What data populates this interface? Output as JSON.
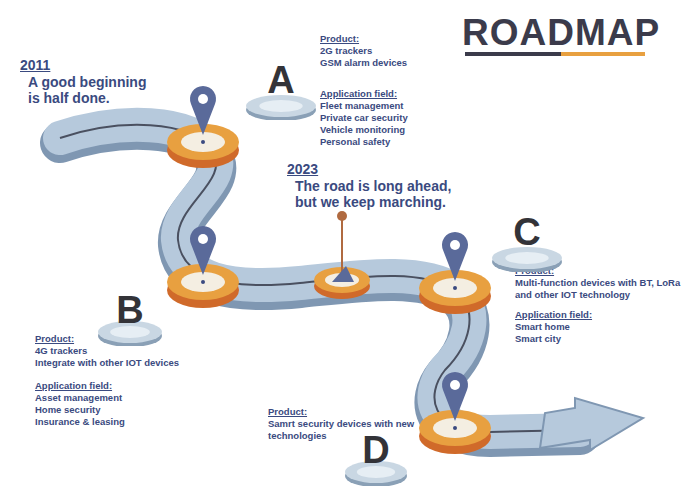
{
  "diagram": {
    "title": "ROADMAP",
    "nodes": [
      {
        "text": [
          "A"
        ]
      },
      {
        "text": [
          "B"
        ]
      },
      {
        "text": [
          "C"
        ]
      },
      {
        "text": [
          "D"
        ]
      }
    ],
    "labels": [
      "2011",
      "A good beginning is half done.",
      "Product:",
      "2G trackers",
      "GSM alarm devices",
      "Application field:",
      "Fleet management",
      "Private car security",
      "Vehicle monitoring",
      "Personal safety",
      "2023",
      "The road is long ahead, but we keep marching.",
      "Product:",
      "Multi-function devices with BT, LoRa and other IOT technology",
      "Application field:",
      "Smart home",
      "Smart city",
      "Product:",
      "4G trackers",
      "Integrate with other IOT devices",
      "Application field:",
      "Asset management",
      "Home security",
      "Insurance & leasing",
      "Product:",
      "Samrt security devices with new technologies"
    ]
  }
}
